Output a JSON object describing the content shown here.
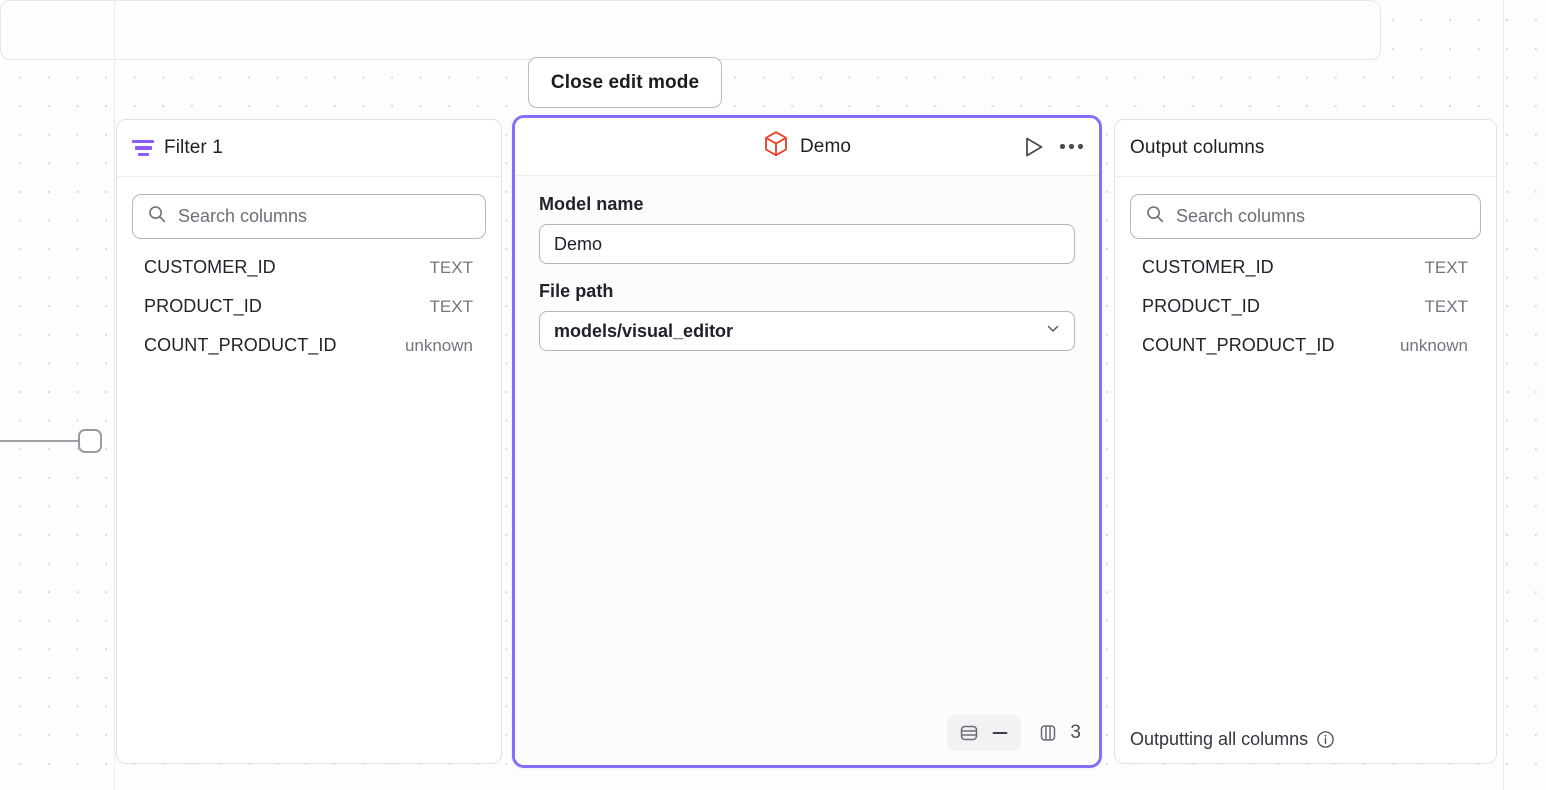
{
  "canvas": {
    "background_color": "#fdfdfe",
    "dot_grid_color": "#d8d8dd"
  },
  "toolbar": {
    "close_edit_mode_label": "Close edit mode"
  },
  "colors": {
    "accent_purple": "#8170f8",
    "filter_icon_purple": "#8b5cf6",
    "model_icon_orange": "#e8452c"
  },
  "filter_node": {
    "title": "Filter 1",
    "icon": "filter-icon",
    "search": {
      "placeholder": "Search columns",
      "value": "",
      "icon": "search-icon"
    },
    "columns": [
      {
        "name": "CUSTOMER_ID",
        "type": "TEXT"
      },
      {
        "name": "PRODUCT_ID",
        "type": "TEXT"
      },
      {
        "name": "COUNT_PRODUCT_ID",
        "type": "unknown"
      }
    ]
  },
  "model_node": {
    "title": "Demo",
    "icon": "cube-icon",
    "run_icon": "play-icon",
    "more_icon": "ellipsis-icon",
    "fields": {
      "model_name_label": "Model name",
      "model_name_value": "Demo",
      "file_path_label": "File path",
      "file_path_value": "models/visual_editor",
      "file_path_chevron": "chevron-down-icon"
    },
    "footer": {
      "rows_icon": "rows-view-icon",
      "minus_icon": "minus-icon",
      "columns_icon": "columns-view-icon",
      "column_count": "3"
    }
  },
  "output_node": {
    "title": "Output columns",
    "search": {
      "placeholder": "Search columns",
      "value": "",
      "icon": "search-icon"
    },
    "columns": [
      {
        "name": "CUSTOMER_ID",
        "type": "TEXT"
      },
      {
        "name": "PRODUCT_ID",
        "type": "TEXT"
      },
      {
        "name": "COUNT_PRODUCT_ID",
        "type": "unknown"
      }
    ],
    "footer_text": "Outputting all columns",
    "footer_icon": "info-icon"
  }
}
